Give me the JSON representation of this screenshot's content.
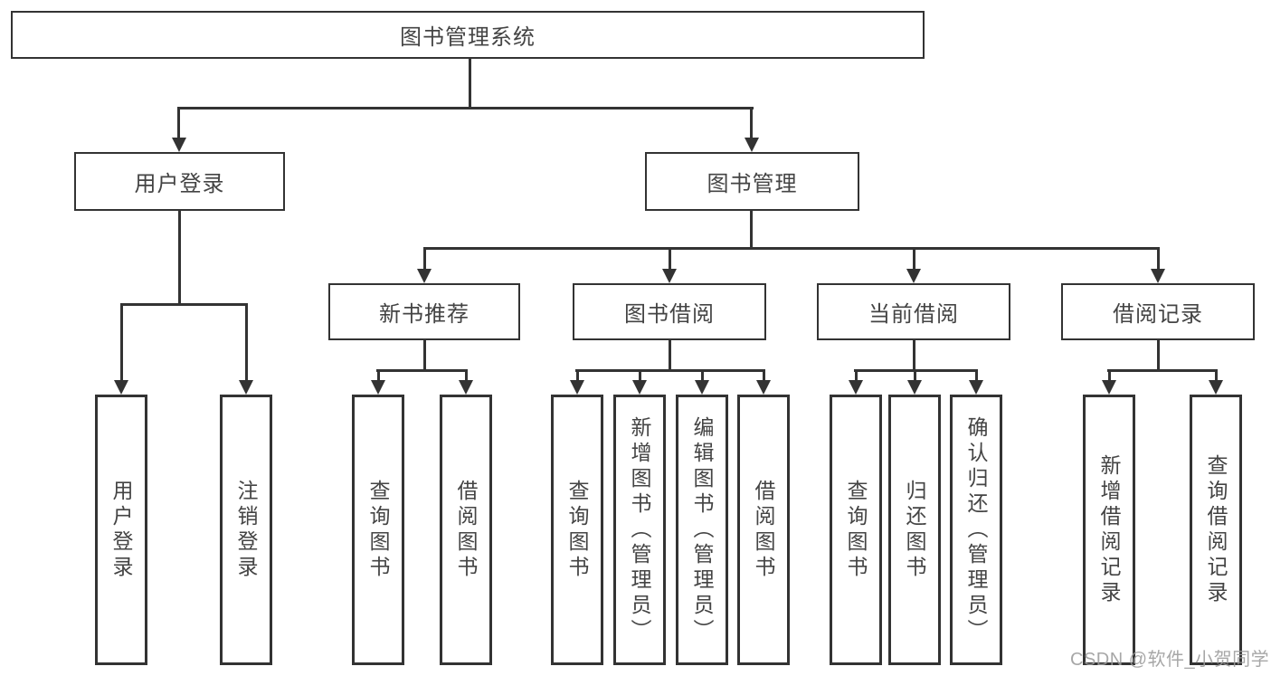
{
  "title": "图书管理系统",
  "tree": {
    "root": "图书管理系统",
    "level1": [
      "用户登录",
      "图书管理"
    ],
    "level2": [
      "新书推荐",
      "图书借阅",
      "当前借阅",
      "借阅记录"
    ],
    "groups": {
      "user_login": [
        "用户登录",
        "注销登录"
      ],
      "new_books": [
        "查询图书",
        "借阅图书"
      ],
      "book_borrowing": [
        "查询图书",
        "新增图书（管理员）",
        "编辑图书（管理员）",
        "借阅图书"
      ],
      "current_borrowing": [
        "查询图书",
        "归还图书",
        "确认归还（管理员）"
      ],
      "borrowing_records": [
        "新增借阅记录",
        "查询借阅记录"
      ]
    }
  },
  "watermark": "CSDN @软件_小贺同学",
  "colors": {
    "line": "#333333",
    "box_border": "#333333",
    "text": "#444444",
    "watermark": "#9b9b9b",
    "background": "#ffffff"
  }
}
